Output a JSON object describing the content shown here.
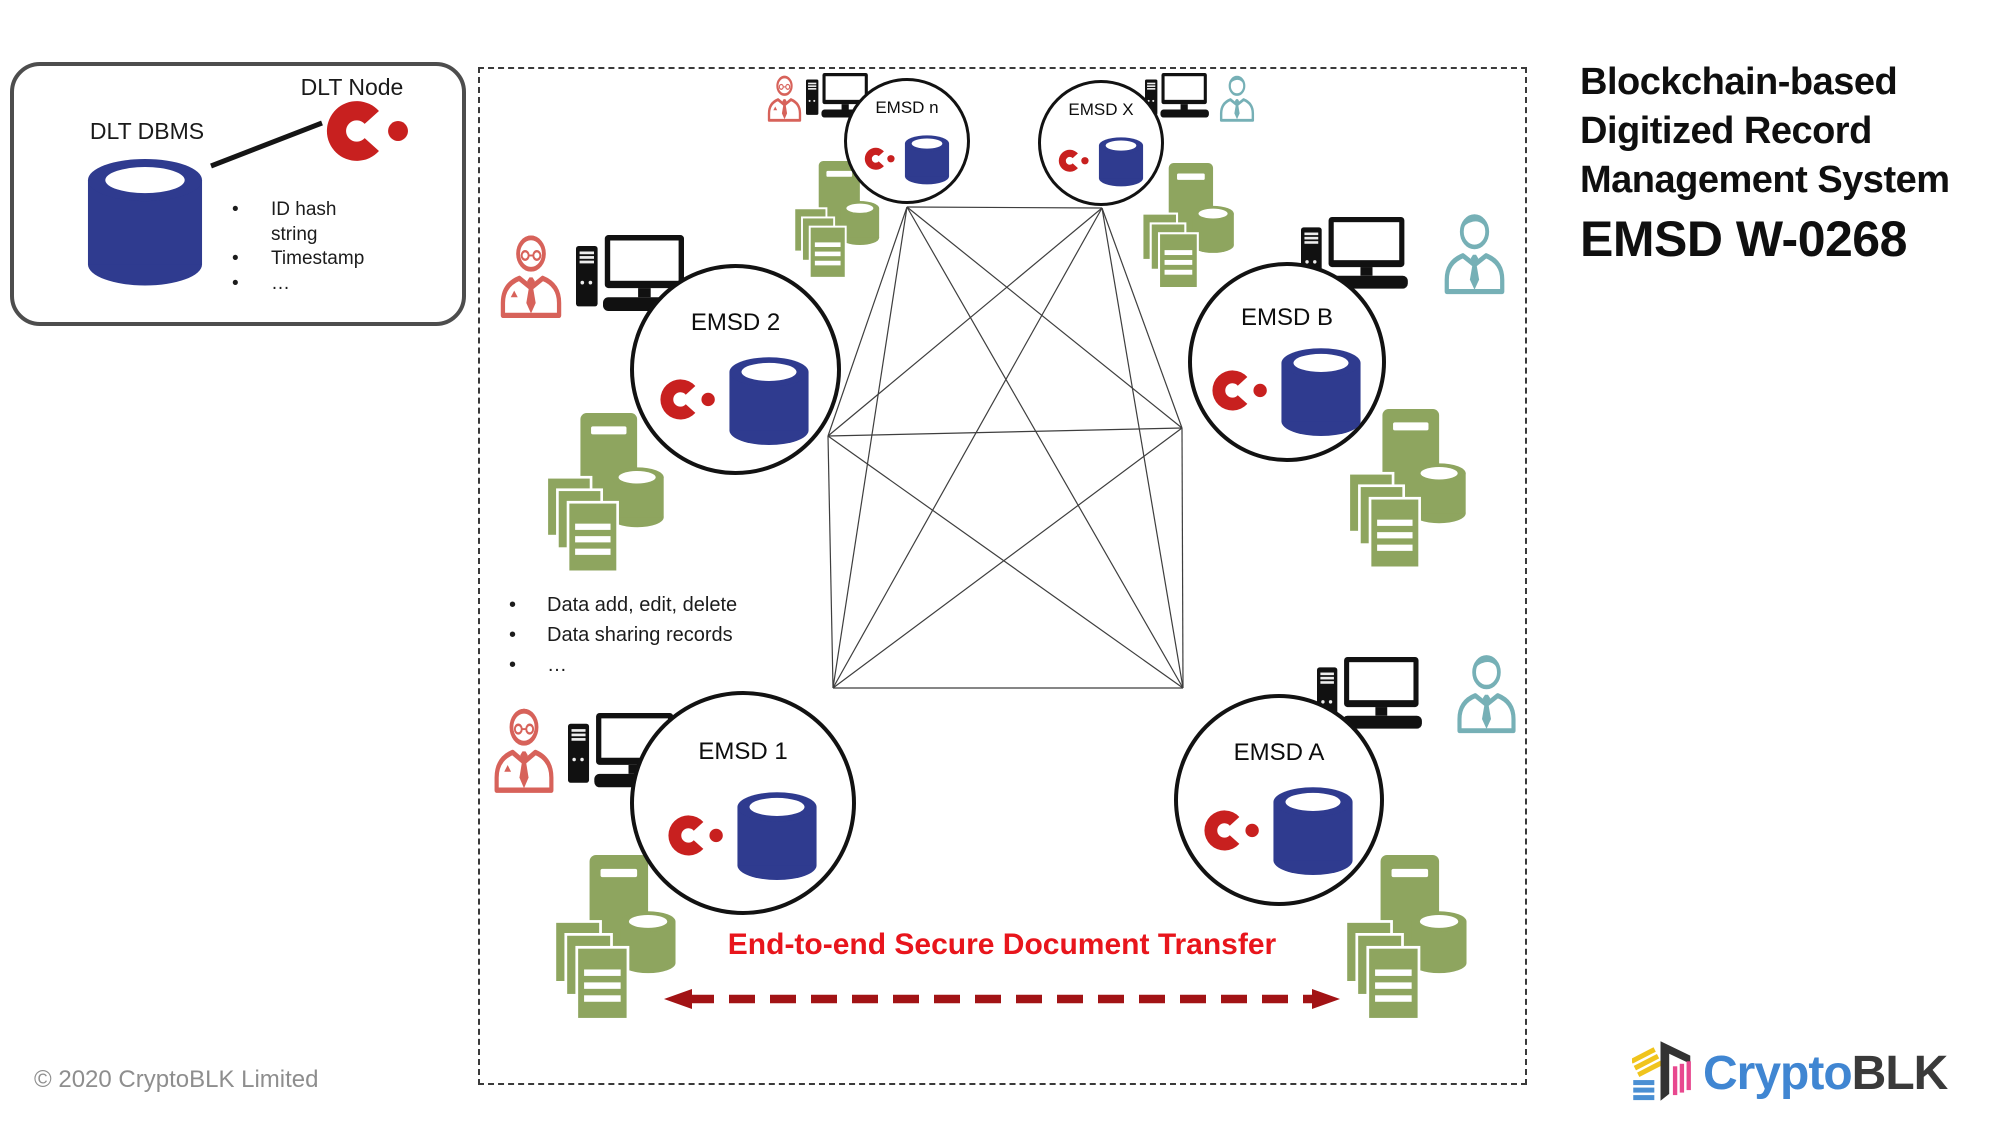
{
  "title": {
    "line1": "Blockchain-based",
    "line2": "Digitized Record",
    "line3": "Management System",
    "code": "EMSD W-0268"
  },
  "legend": {
    "dbms_label": "DLT DBMS",
    "node_label": "DLT Node",
    "bullets": [
      "ID hash string",
      "Timestamp",
      "…"
    ]
  },
  "diagram": {
    "nodes": {
      "emsd_n": "EMSD n",
      "emsd_x": "EMSD X",
      "emsd_2": "EMSD 2",
      "emsd_b": "EMSD B",
      "emsd_1": "EMSD 1",
      "emsd_a": "EMSD A"
    },
    "notes": [
      "Data add, edit, delete",
      "Data sharing records",
      "…"
    ],
    "transfer_label": "End-to-end Secure Document Transfer"
  },
  "footer": {
    "copyright": "© 2020 CryptoBLK Limited"
  },
  "logo": {
    "part1": "Crypto",
    "part2": "BLK"
  },
  "colors": {
    "dlt_red": "#c8201f",
    "db_blue": "#2f3b8f",
    "doc_green": "#8ea55f",
    "person_red": "#d7625a",
    "person_teal": "#76b0b6",
    "accent_red_text": "#e8151c",
    "arrow_dark_red": "#a21315"
  }
}
